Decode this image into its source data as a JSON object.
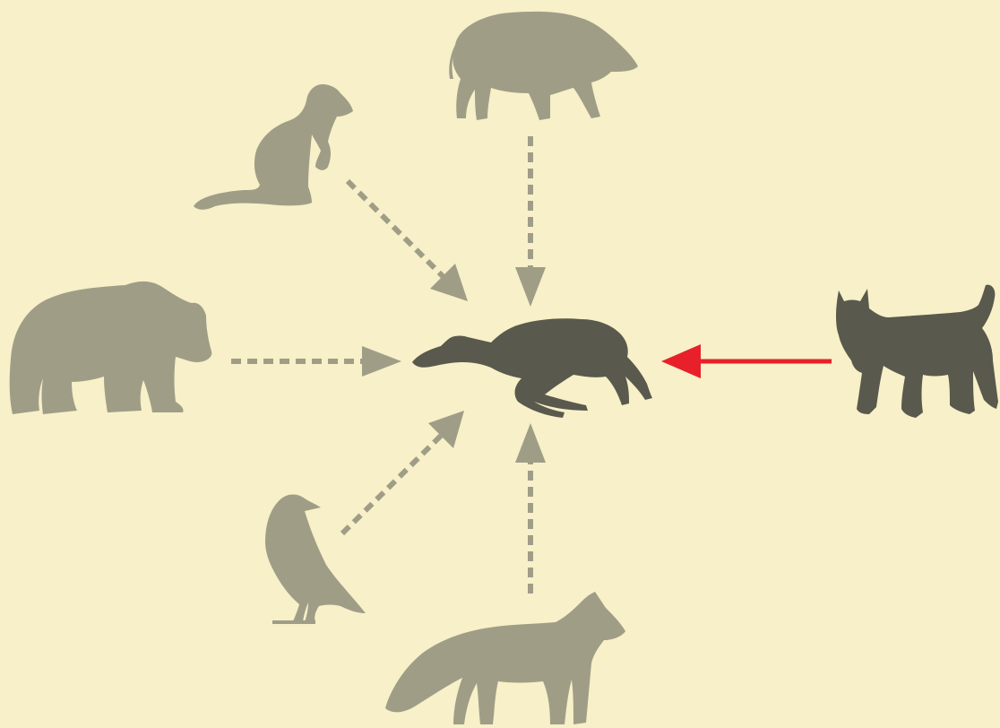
{
  "colors": {
    "background": "#f7f0c8",
    "scavenger_silhouette": "#a09d87",
    "prey_silhouette": "#59594d",
    "predator_silhouette": "#59594d",
    "scavenger_arrow": "#a09d87",
    "predation_arrow": "#e8202a"
  },
  "nodes": {
    "center": {
      "icon": "roe-deer-carcass-icon"
    },
    "predator": {
      "icon": "lynx-icon"
    },
    "scavengers": [
      {
        "icon": "wild-boar-icon"
      },
      {
        "icon": "pine-marten-icon"
      },
      {
        "icon": "brown-bear-icon"
      },
      {
        "icon": "raven-icon"
      },
      {
        "icon": "red-fox-icon"
      }
    ]
  },
  "links": [
    {
      "from": "wild-boar-icon",
      "to": "roe-deer-carcass-icon",
      "style": "dashed"
    },
    {
      "from": "pine-marten-icon",
      "to": "roe-deer-carcass-icon",
      "style": "dashed"
    },
    {
      "from": "brown-bear-icon",
      "to": "roe-deer-carcass-icon",
      "style": "dashed"
    },
    {
      "from": "raven-icon",
      "to": "roe-deer-carcass-icon",
      "style": "dashed"
    },
    {
      "from": "red-fox-icon",
      "to": "roe-deer-carcass-icon",
      "style": "dashed"
    },
    {
      "from": "lynx-icon",
      "to": "roe-deer-carcass-icon",
      "style": "solid"
    }
  ]
}
